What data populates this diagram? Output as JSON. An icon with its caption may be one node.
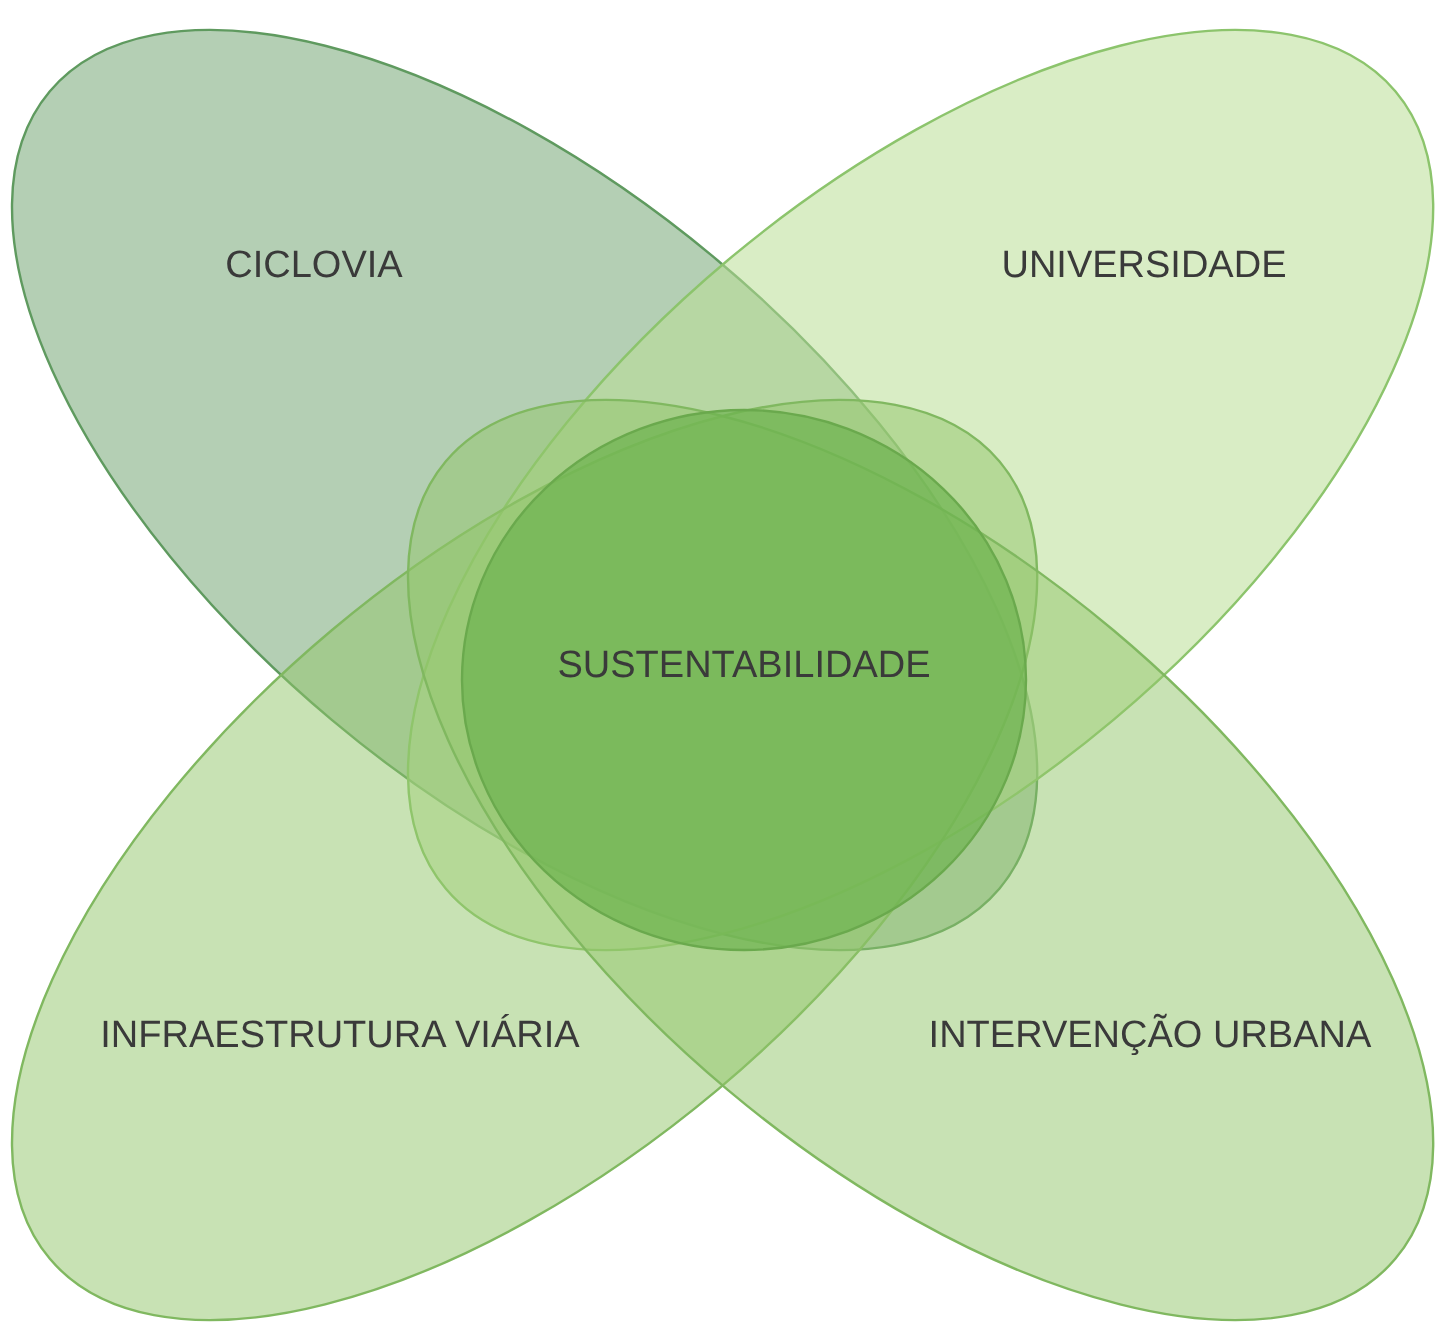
{
  "diagram": {
    "nodes": [
      {
        "text": [
          "CICLOVIA"
        ]
      },
      {
        "text": [
          "UNIVERSIDADE"
        ]
      },
      {
        "text": [
          "SUSTENTABILIDADE"
        ]
      },
      {
        "text": [
          "INFRAESTRUTURA VIÁRIA"
        ]
      },
      {
        "text": [
          "INTERVENÇÃO URBANA"
        ]
      }
    ]
  }
}
